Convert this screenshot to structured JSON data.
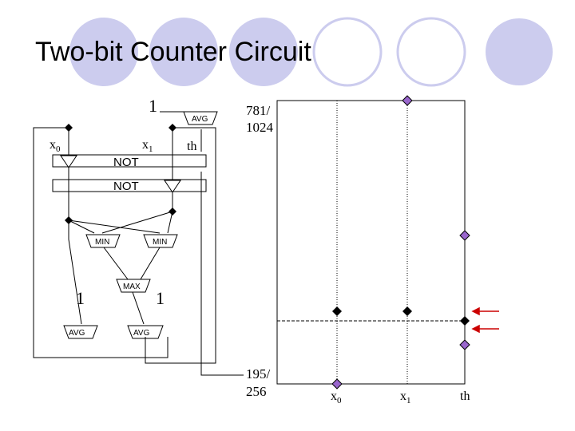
{
  "slide": {
    "title": "Two-bit Counter Circuit",
    "decor_color": "#ccccee"
  },
  "circuit": {
    "inputs": {
      "x0": "x",
      "x0_sub": "0",
      "x1": "x",
      "x1_sub": "1",
      "th": "th"
    },
    "constants": {
      "top": "1",
      "left": "1",
      "right": "1"
    },
    "gates": {
      "not_1": "NOT",
      "not_2": "NOT",
      "min_left": "MIN",
      "min_right": "MIN",
      "max": "MAX",
      "avg_top": "AVG",
      "avg_left": "AVG",
      "avg_right": "AVG"
    }
  },
  "plot": {
    "y_top_label_line1": "781/",
    "y_top_label_line2": "1024",
    "y_bottom_label_line1": "195/",
    "y_bottom_label_line2": "256",
    "x_labels": [
      {
        "main": "x",
        "sub": "0"
      },
      {
        "main": "x",
        "sub": "1"
      },
      {
        "main": "th",
        "sub": ""
      }
    ],
    "marker_color_purple": "#9966cc",
    "marker_color_black": "#000000",
    "arrow_color": "#cc0000"
  }
}
